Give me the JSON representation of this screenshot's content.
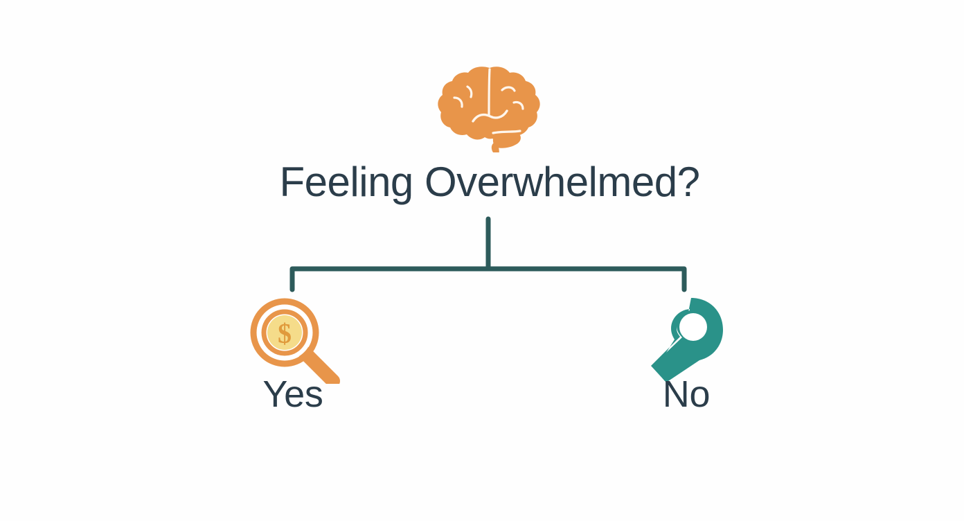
{
  "diagram": {
    "type": "decision-tree",
    "background_color": "#fefefe",
    "root": {
      "icon_name": "brain-icon",
      "icon_color": "#E8954A",
      "icon_detail_color": "#FFF6EC",
      "question": "Feeling Overwhelmed?",
      "question_color": "#2b3d4a"
    },
    "connector": {
      "color": "#2d5b5b",
      "stroke_width": 7,
      "shape": "inverted-tee-bracket"
    },
    "branches": [
      {
        "id": "yes",
        "label": "Yes",
        "label_color": "#2b3d4a",
        "icon_name": "magnifier-coin-icon",
        "icon_color": "#E8954A",
        "coin_fill": "#F5DC8A",
        "coin_symbol": "$",
        "coin_symbol_color": "#E09A3C"
      },
      {
        "id": "no",
        "label": "No",
        "label_color": "#2b3d4a",
        "icon_name": "magnifier-teal-icon",
        "icon_color": "#2A9289"
      }
    ]
  }
}
